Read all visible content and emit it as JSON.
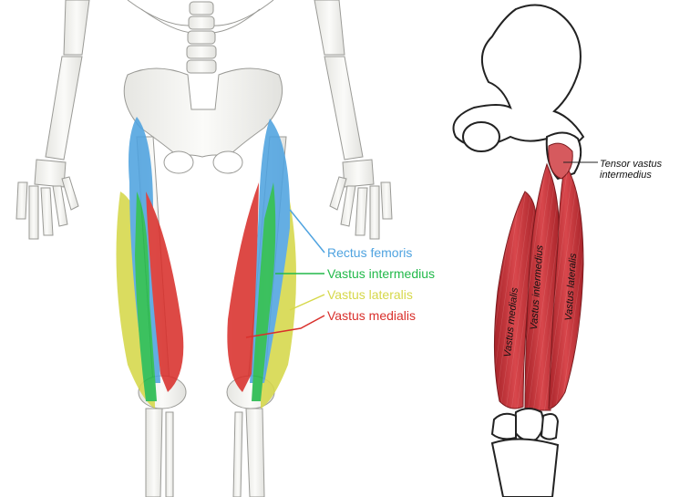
{
  "left_figure": {
    "labels": [
      {
        "key": "rectus",
        "text": "Rectus femoris",
        "color": "#4fa3e0"
      },
      {
        "key": "intermedius",
        "text": "Vastus intermedius",
        "color": "#22b94a"
      },
      {
        "key": "lateralis",
        "text": "Vastus lateralis",
        "color": "#d6d84a"
      },
      {
        "key": "medialis",
        "text": "Vastus medialis",
        "color": "#d9302c"
      }
    ]
  },
  "right_figure": {
    "tensor_label_line1": "Tensor vastus",
    "tensor_label_line2": "intermedius",
    "muscle_labels": {
      "medialis": "Vastus medialis",
      "intermedius": "Vastus intermedius",
      "lateralis": "Vastus lateralis"
    }
  },
  "colors": {
    "bone": "#f2f2ef",
    "bone_outline": "#8a8a86",
    "muscle_red": "#c8343a"
  }
}
